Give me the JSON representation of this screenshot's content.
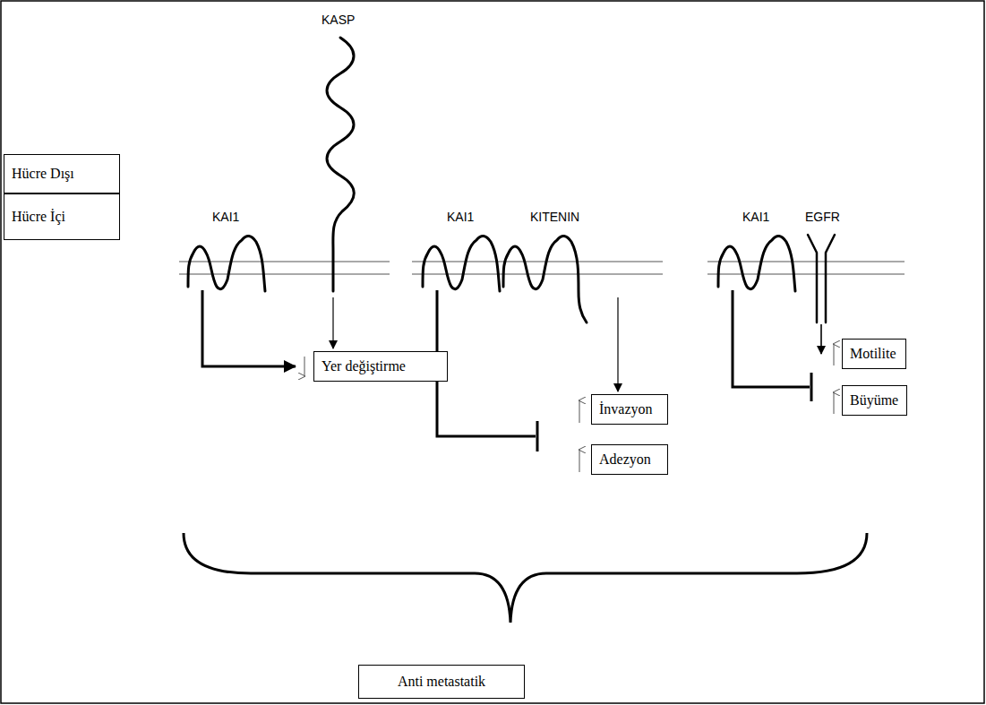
{
  "diagram": {
    "nodes": [
      {
        "text": [
          "Hücre Dışı"
        ]
      },
      {
        "text": [
          "Hücre İçi"
        ]
      },
      {
        "text": [
          "Yer değiştirme"
        ]
      },
      {
        "text": [
          "İnvazyon"
        ]
      },
      {
        "text": [
          "Adezyon"
        ]
      },
      {
        "text": [
          "Motilite"
        ]
      },
      {
        "text": [
          "Büyüme"
        ]
      },
      {
        "text": [
          "Anti metastatik"
        ]
      }
    ],
    "labels": [
      "KASP",
      "KAI1",
      "KAI1",
      "KITENIN",
      "KAI1",
      "EGFR"
    ]
  }
}
